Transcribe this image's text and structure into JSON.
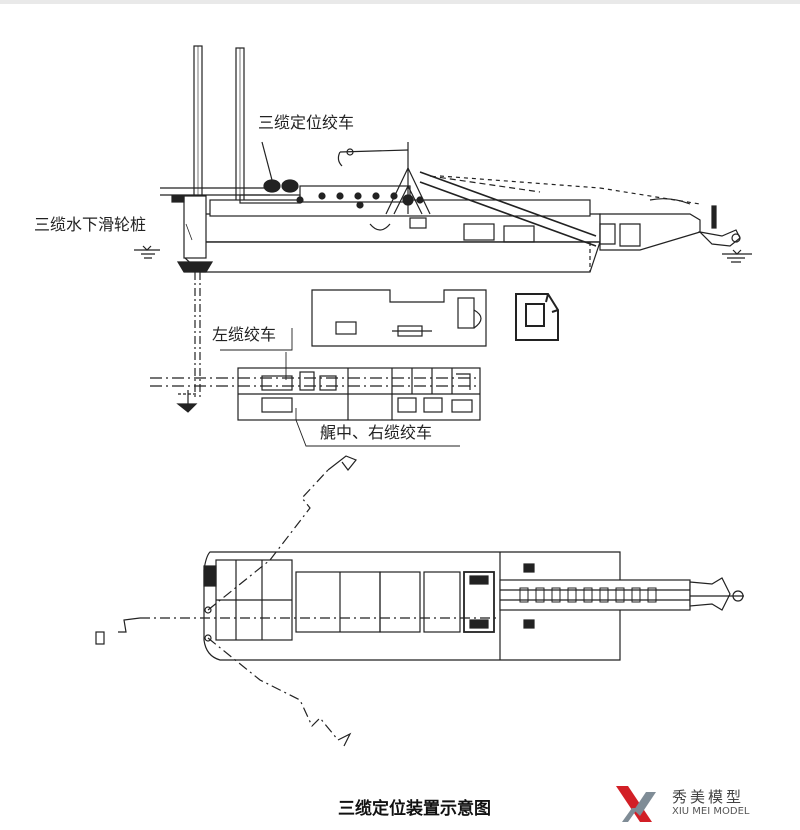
{
  "labels": {
    "three_cable_winch": "三缆定位绞车",
    "underwater_pulley_pile": "三缆水下滑轮桩",
    "left_cable_winch": "左缆绞车",
    "mid_right_cable_winch": "艉中、右缆绞车"
  },
  "caption": "三缆定位装置示意图",
  "logo": {
    "name_cn": "秀美模型",
    "name_en": "XIU MEI MODEL",
    "colors": {
      "mark_red": "#d21f26",
      "mark_gray": "#7f8c96"
    }
  }
}
